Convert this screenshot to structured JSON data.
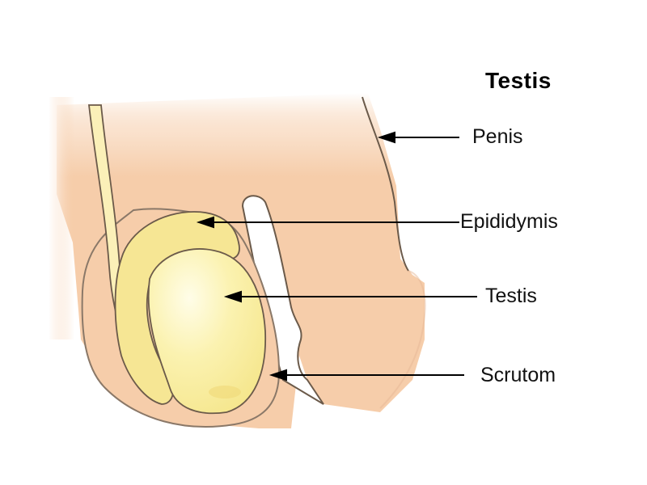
{
  "diagram": {
    "title": "Testis",
    "labels": [
      {
        "id": "penis",
        "text": "Penis"
      },
      {
        "id": "epididymis",
        "text": "Epididymis"
      },
      {
        "id": "testis",
        "text": "Testis"
      },
      {
        "id": "scrotum",
        "text": "Scrutom"
      }
    ],
    "colors": {
      "skin": "#f6cdaa",
      "skin_light": "#fbe3cf",
      "testis": "#fbf0a6",
      "testis_highlight": "#fffbe0",
      "epididymis": "#f4e38a",
      "outline": "#6b5a4a",
      "arrow": "#000000"
    }
  }
}
